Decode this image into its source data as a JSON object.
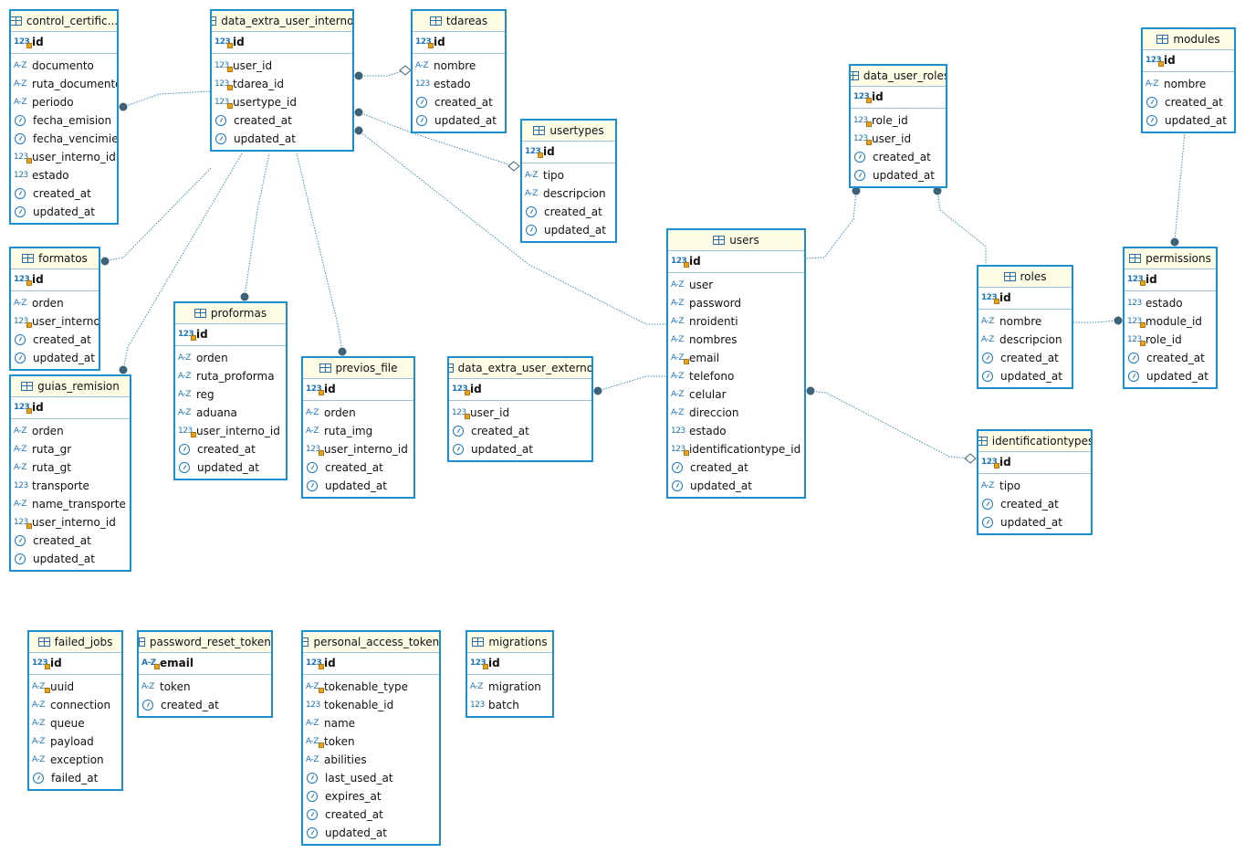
{
  "diagram": {
    "tables": [
      {
        "id": "control_certificados",
        "title": "control_certific...",
        "pk": [
          {
            "name": "id",
            "type": "num"
          }
        ],
        "cols": [
          {
            "name": "documento",
            "type": "text"
          },
          {
            "name": "ruta_documento",
            "type": "text"
          },
          {
            "name": "periodo",
            "type": "text"
          },
          {
            "name": "fecha_emision",
            "type": "date"
          },
          {
            "name": "fecha_vencimient",
            "type": "date"
          },
          {
            "name": "user_interno_id",
            "type": "fk"
          },
          {
            "name": "estado",
            "type": "num"
          },
          {
            "name": "created_at",
            "type": "date"
          },
          {
            "name": "updated_at",
            "type": "date"
          }
        ]
      },
      {
        "id": "data_extra_user_internos",
        "title": "data_extra_user_internos",
        "pk": [
          {
            "name": "id",
            "type": "num"
          }
        ],
        "cols": [
          {
            "name": "user_id",
            "type": "fk"
          },
          {
            "name": "tdarea_id",
            "type": "fk"
          },
          {
            "name": "usertype_id",
            "type": "fk"
          },
          {
            "name": "created_at",
            "type": "date"
          },
          {
            "name": "updated_at",
            "type": "date"
          }
        ]
      },
      {
        "id": "tdareas",
        "title": "tdareas",
        "pk": [
          {
            "name": "id",
            "type": "num"
          }
        ],
        "cols": [
          {
            "name": "nombre",
            "type": "text"
          },
          {
            "name": "estado",
            "type": "num"
          },
          {
            "name": "created_at",
            "type": "date"
          },
          {
            "name": "updated_at",
            "type": "date"
          }
        ]
      },
      {
        "id": "usertypes",
        "title": "usertypes",
        "pk": [
          {
            "name": "id",
            "type": "num"
          }
        ],
        "cols": [
          {
            "name": "tipo",
            "type": "text"
          },
          {
            "name": "descripcion",
            "type": "text"
          },
          {
            "name": "created_at",
            "type": "date"
          },
          {
            "name": "updated_at",
            "type": "date"
          }
        ]
      },
      {
        "id": "data_user_roles",
        "title": "data_user_roles",
        "pk": [
          {
            "name": "id",
            "type": "num"
          }
        ],
        "cols": [
          {
            "name": "role_id",
            "type": "fk"
          },
          {
            "name": "user_id",
            "type": "fk"
          },
          {
            "name": "created_at",
            "type": "date"
          },
          {
            "name": "updated_at",
            "type": "date"
          }
        ]
      },
      {
        "id": "modules",
        "title": "modules",
        "pk": [
          {
            "name": "id",
            "type": "num"
          }
        ],
        "cols": [
          {
            "name": "nombre",
            "type": "text"
          },
          {
            "name": "created_at",
            "type": "date"
          },
          {
            "name": "updated_at",
            "type": "date"
          }
        ]
      },
      {
        "id": "formatos",
        "title": "formatos",
        "pk": [
          {
            "name": "id",
            "type": "num"
          }
        ],
        "cols": [
          {
            "name": "orden",
            "type": "text"
          },
          {
            "name": "user_interno_i",
            "type": "fk"
          },
          {
            "name": "created_at",
            "type": "date"
          },
          {
            "name": "updated_at",
            "type": "date"
          }
        ]
      },
      {
        "id": "proformas",
        "title": "proformas",
        "pk": [
          {
            "name": "id",
            "type": "num"
          }
        ],
        "cols": [
          {
            "name": "orden",
            "type": "text"
          },
          {
            "name": "ruta_proforma",
            "type": "text"
          },
          {
            "name": "reg",
            "type": "text"
          },
          {
            "name": "aduana",
            "type": "text"
          },
          {
            "name": "user_interno_id",
            "type": "fk"
          },
          {
            "name": "created_at",
            "type": "date"
          },
          {
            "name": "updated_at",
            "type": "date"
          }
        ]
      },
      {
        "id": "previos_file",
        "title": "previos_file",
        "pk": [
          {
            "name": "id",
            "type": "num"
          }
        ],
        "cols": [
          {
            "name": "orden",
            "type": "text"
          },
          {
            "name": "ruta_img",
            "type": "text"
          },
          {
            "name": "user_interno_id",
            "type": "fk"
          },
          {
            "name": "created_at",
            "type": "date"
          },
          {
            "name": "updated_at",
            "type": "date"
          }
        ]
      },
      {
        "id": "data_extra_user_externos",
        "title": "data_extra_user_externos",
        "pk": [
          {
            "name": "id",
            "type": "num"
          }
        ],
        "cols": [
          {
            "name": "user_id",
            "type": "fk"
          },
          {
            "name": "created_at",
            "type": "date"
          },
          {
            "name": "updated_at",
            "type": "date"
          }
        ]
      },
      {
        "id": "users",
        "title": "users",
        "pk": [
          {
            "name": "id",
            "type": "num"
          }
        ],
        "cols": [
          {
            "name": "user",
            "type": "text"
          },
          {
            "name": "password",
            "type": "text"
          },
          {
            "name": "nroidenti",
            "type": "text"
          },
          {
            "name": "nombres",
            "type": "text"
          },
          {
            "name": "email",
            "type": "textkey"
          },
          {
            "name": "telefono",
            "type": "text"
          },
          {
            "name": "celular",
            "type": "text"
          },
          {
            "name": "direccion",
            "type": "text"
          },
          {
            "name": "estado",
            "type": "num"
          },
          {
            "name": "identificationtype_id",
            "type": "fk"
          },
          {
            "name": "created_at",
            "type": "date"
          },
          {
            "name": "updated_at",
            "type": "date"
          }
        ]
      },
      {
        "id": "roles",
        "title": "roles",
        "pk": [
          {
            "name": "id",
            "type": "num"
          }
        ],
        "cols": [
          {
            "name": "nombre",
            "type": "text"
          },
          {
            "name": "descripcion",
            "type": "text"
          },
          {
            "name": "created_at",
            "type": "date"
          },
          {
            "name": "updated_at",
            "type": "date"
          }
        ]
      },
      {
        "id": "permissions",
        "title": "permissions",
        "pk": [
          {
            "name": "id",
            "type": "num"
          }
        ],
        "cols": [
          {
            "name": "estado",
            "type": "num"
          },
          {
            "name": "module_id",
            "type": "fk"
          },
          {
            "name": "role_id",
            "type": "fk"
          },
          {
            "name": "created_at",
            "type": "date"
          },
          {
            "name": "updated_at",
            "type": "date"
          }
        ]
      },
      {
        "id": "guias_remision",
        "title": "guias_remision",
        "pk": [
          {
            "name": "id",
            "type": "num"
          }
        ],
        "cols": [
          {
            "name": "orden",
            "type": "text"
          },
          {
            "name": "ruta_gr",
            "type": "text"
          },
          {
            "name": "ruta_gt",
            "type": "text"
          },
          {
            "name": "transporte",
            "type": "num"
          },
          {
            "name": "name_transporte",
            "type": "text"
          },
          {
            "name": "user_interno_id",
            "type": "fk"
          },
          {
            "name": "created_at",
            "type": "date"
          },
          {
            "name": "updated_at",
            "type": "date"
          }
        ]
      },
      {
        "id": "identificationtypes",
        "title": "identificationtypes",
        "pk": [
          {
            "name": "id",
            "type": "num"
          }
        ],
        "cols": [
          {
            "name": "tipo",
            "type": "text"
          },
          {
            "name": "created_at",
            "type": "date"
          },
          {
            "name": "updated_at",
            "type": "date"
          }
        ]
      },
      {
        "id": "failed_jobs",
        "title": "failed_jobs",
        "pk": [
          {
            "name": "id",
            "type": "num"
          }
        ],
        "cols": [
          {
            "name": "uuid",
            "type": "textkey"
          },
          {
            "name": "connection",
            "type": "text"
          },
          {
            "name": "queue",
            "type": "text"
          },
          {
            "name": "payload",
            "type": "text"
          },
          {
            "name": "exception",
            "type": "text"
          },
          {
            "name": "failed_at",
            "type": "date"
          }
        ]
      },
      {
        "id": "password_reset_tokens",
        "title": "password_reset_tokens",
        "pk": [
          {
            "name": "email",
            "type": "textkey"
          }
        ],
        "cols": [
          {
            "name": "token",
            "type": "text"
          },
          {
            "name": "created_at",
            "type": "date"
          }
        ]
      },
      {
        "id": "personal_access_tokens",
        "title": "personal_access_tokens",
        "pk": [
          {
            "name": "id",
            "type": "num"
          }
        ],
        "cols": [
          {
            "name": "tokenable_type",
            "type": "textkey"
          },
          {
            "name": "tokenable_id",
            "type": "num"
          },
          {
            "name": "name",
            "type": "text"
          },
          {
            "name": "token",
            "type": "textkey"
          },
          {
            "name": "abilities",
            "type": "text"
          },
          {
            "name": "last_used_at",
            "type": "date"
          },
          {
            "name": "expires_at",
            "type": "date"
          },
          {
            "name": "created_at",
            "type": "date"
          },
          {
            "name": "updated_at",
            "type": "date"
          }
        ]
      },
      {
        "id": "migrations",
        "title": "migrations",
        "pk": [
          {
            "name": "id",
            "type": "num"
          }
        ],
        "cols": [
          {
            "name": "migration",
            "type": "text"
          },
          {
            "name": "batch",
            "type": "num"
          }
        ]
      }
    ],
    "relations": [
      {
        "from": "control_certificados",
        "to": "data_extra_user_internos"
      },
      {
        "from": "formatos",
        "to": "data_extra_user_internos"
      },
      {
        "from": "guias_remision",
        "to": "data_extra_user_internos"
      },
      {
        "from": "proformas",
        "to": "data_extra_user_internos"
      },
      {
        "from": "previos_file",
        "to": "data_extra_user_internos"
      },
      {
        "from": "data_extra_user_internos",
        "to": "tdareas"
      },
      {
        "from": "data_extra_user_internos",
        "to": "usertypes"
      },
      {
        "from": "data_extra_user_internos",
        "to": "users"
      },
      {
        "from": "data_extra_user_externos",
        "to": "users"
      },
      {
        "from": "users",
        "to": "identificationtypes"
      },
      {
        "from": "data_user_roles",
        "to": "users"
      },
      {
        "from": "data_user_roles",
        "to": "roles"
      },
      {
        "from": "permissions",
        "to": "modules"
      },
      {
        "from": "permissions",
        "to": "roles"
      }
    ]
  }
}
